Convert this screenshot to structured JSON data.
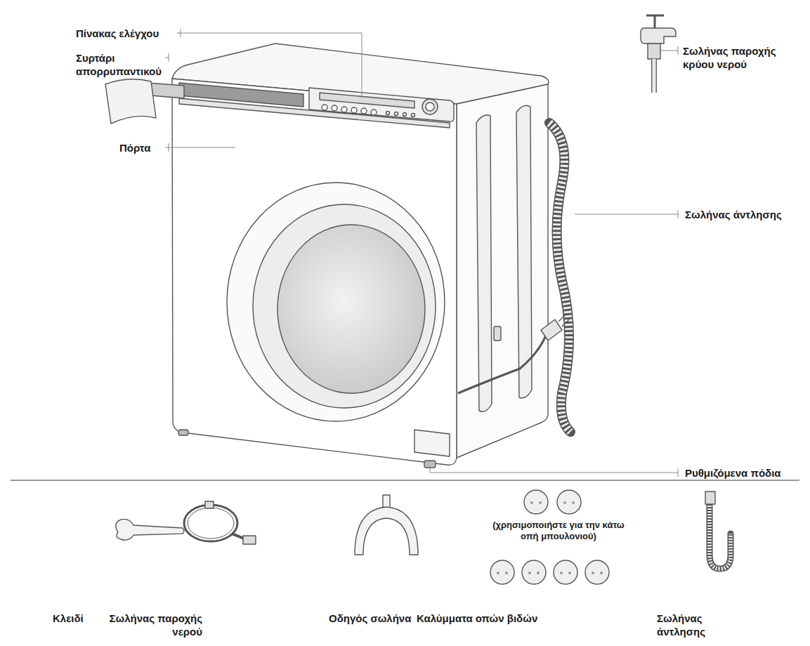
{
  "diagram": {
    "labels": [
      "Πίνακας ελέγχου",
      "Συρτάρι απορρυπαντικού",
      "Πόρτα",
      "Σωλήνας παροχής κρύου νερού",
      "Σωλήνας άντλησης",
      "Ρυθμιζόμενα πόδια",
      "(χρησιμοποιήστε για την κάτω οπή μπουλονιού)",
      "Κλειδί",
      "Σωλήνας παροχής νερού",
      "Οδηγός σωλήνα",
      "Καλύμματα οπών βιδών",
      "Σωλήνας άντλησης"
    ]
  }
}
